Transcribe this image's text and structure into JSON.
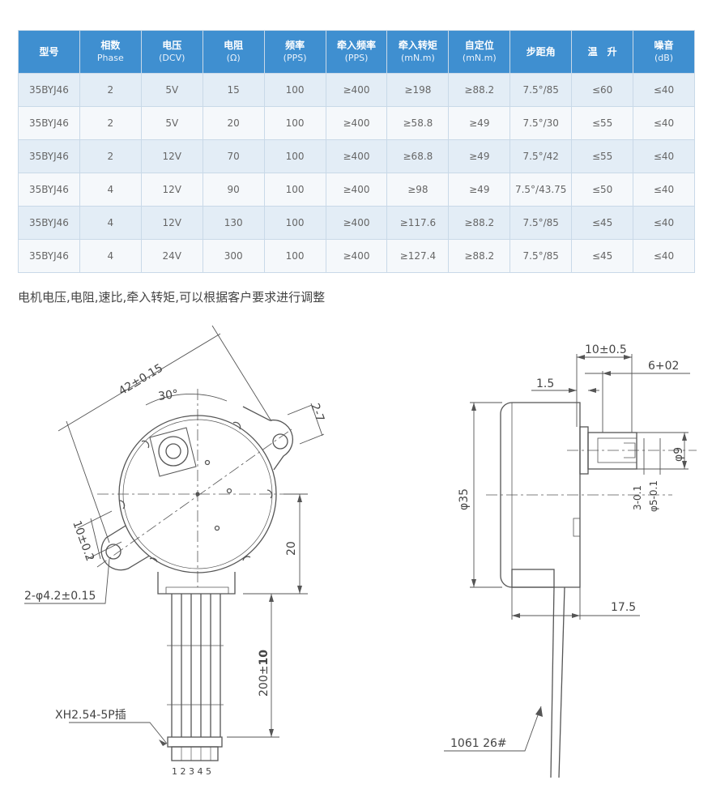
{
  "table": {
    "headers": [
      {
        "main": "型号",
        "sub": ""
      },
      {
        "main": "相数",
        "sub": "Phase"
      },
      {
        "main": "电压",
        "sub": "(DCV)"
      },
      {
        "main": "电阻",
        "sub": "(Ω)"
      },
      {
        "main": "频率",
        "sub": "(PPS)"
      },
      {
        "main": "牵入频率",
        "sub": "(PPS)"
      },
      {
        "main": "牵入转矩",
        "sub": "(mN.m)"
      },
      {
        "main": "自定位",
        "sub": "(mN.m)"
      },
      {
        "main": "步距角",
        "sub": ""
      },
      {
        "main": "温　升",
        "sub": ""
      },
      {
        "main": "噪音",
        "sub": "(dB)"
      }
    ],
    "rows": [
      [
        "35BYJ46",
        "2",
        "5V",
        "15",
        "100",
        "≥400",
        "≥198",
        "≥88.2",
        "7.5°/85",
        "≤60",
        "≤40"
      ],
      [
        "35BYJ46",
        "2",
        "5V",
        "20",
        "100",
        "≥400",
        "≥58.8",
        "≥49",
        "7.5°/30",
        "≤55",
        "≤40"
      ],
      [
        "35BYJ46",
        "2",
        "12V",
        "70",
        "100",
        "≥400",
        "≥68.8",
        "≥49",
        "7.5°/42",
        "≤55",
        "≤40"
      ],
      [
        "35BYJ46",
        "4",
        "12V",
        "90",
        "100",
        "≥400",
        "≥98",
        "≥49",
        "7.5°/43.75",
        "≤50",
        "≤40"
      ],
      [
        "35BYJ46",
        "4",
        "12V",
        "130",
        "100",
        "≥400",
        "≥117.6",
        "≥88.2",
        "7.5°/85",
        "≤45",
        "≤40"
      ],
      [
        "35BYJ46",
        "4",
        "24V",
        "300",
        "100",
        "≥400",
        "≥127.4",
        "≥88.2",
        "7.5°/85",
        "≤45",
        "≤40"
      ]
    ]
  },
  "note": "电机电压,电阻,速比,牵入转矩,可以根据客户要求进行调整",
  "drawing": {
    "front": {
      "dim_42": "42±0.15",
      "dim_30": "30°",
      "dim_2_7": "2-7",
      "dim_10": "10±0.2",
      "dim_20": "20",
      "dim_holes": "2-φ4.2±0.15",
      "dim_200": "200±",
      "dim_200_bold": "10",
      "connector": "XH2.54-5P插",
      "pins": "1 2 3 4 5"
    },
    "side": {
      "dim_10_5": "10±0.5",
      "dim_6": "6+02",
      "dim_1_5": "1.5",
      "dim_d9": "φ9",
      "dim_d35": "φ35",
      "dim_3": "3-0.1",
      "dim_d5": "φ5-0.1",
      "dim_17_5": "17.5",
      "wire": "1061 26#"
    }
  },
  "colors": {
    "header_bg": "#3f8fd0",
    "row_odd": "#e3edf6",
    "row_even": "#f5f8fb",
    "border": "#c9d9e8"
  }
}
